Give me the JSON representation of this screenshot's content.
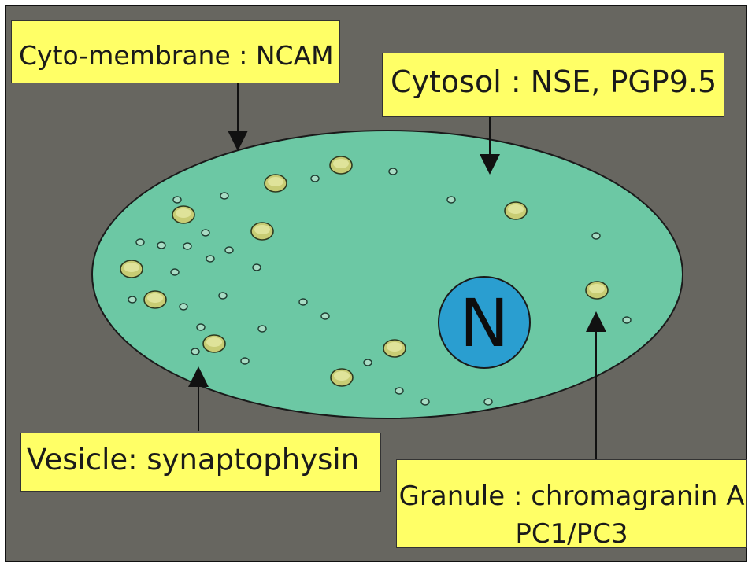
{
  "labels": {
    "cyto_membrane": "Cyto-membrane : NCAM",
    "cytosol": "Cytosol : NSE, PGP9.5",
    "vesicle": "Vesicle: synaptophysin",
    "granule_line1": "Granule : chromagranin A",
    "granule_line2": "PC1/PC3"
  },
  "nucleus_letter": "N",
  "colors": {
    "background": "#676660",
    "cell_fill": "#6cc8a4",
    "nucleus_fill": "#2a9ed0",
    "granule_fill": "#c8cc74",
    "label_fill": "#ffff66"
  },
  "icons": [
    "arrow-down-icon",
    "arrow-up-icon"
  ]
}
